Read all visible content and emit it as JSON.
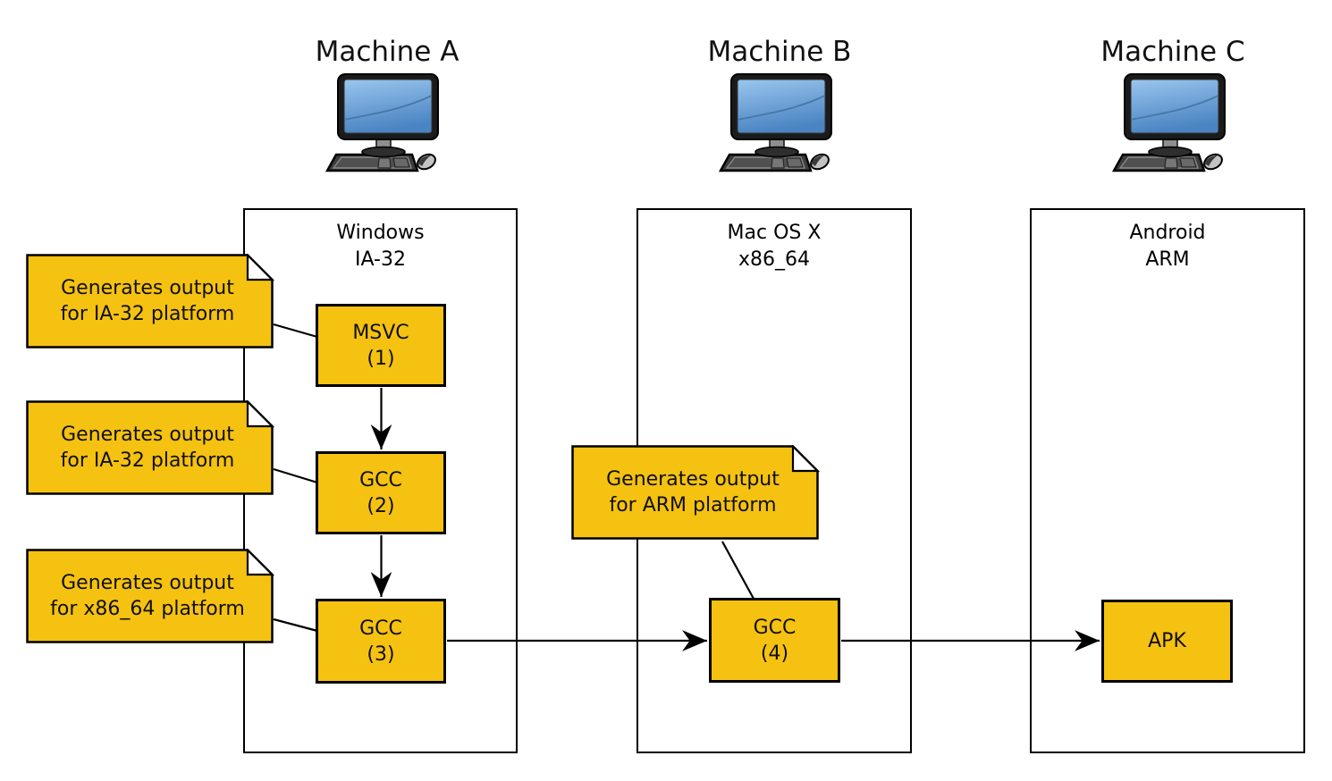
{
  "colors": {
    "background": "#ffffff",
    "node_fill": "#f5c211",
    "node_border": "#000000",
    "connector": "#000000",
    "note_fold_fill": "#ffffff",
    "screen_blue_top": "#9ac6ee",
    "screen_blue_bottom": "#4a84c2"
  },
  "machines": [
    {
      "title": "Machine A",
      "icon": "desktop-computer-icon",
      "platform": [
        "Windows",
        "IA-32"
      ]
    },
    {
      "title": "Machine B",
      "icon": "desktop-computer-icon",
      "platform": [
        "Mac OS X",
        "x86_64"
      ]
    },
    {
      "title": "Machine C",
      "icon": "desktop-computer-icon",
      "platform": [
        "Android",
        "ARM"
      ]
    }
  ],
  "nodes": [
    {
      "id": "msvc-1",
      "machine": "Machine A",
      "lines": [
        "MSVC",
        "(1)"
      ]
    },
    {
      "id": "gcc-2",
      "machine": "Machine A",
      "lines": [
        "GCC",
        "(2)"
      ]
    },
    {
      "id": "gcc-3",
      "machine": "Machine A",
      "lines": [
        "GCC",
        "(3)"
      ]
    },
    {
      "id": "gcc-4",
      "machine": "Machine B",
      "lines": [
        "GCC",
        "(4)"
      ]
    },
    {
      "id": "apk",
      "machine": "Machine C",
      "lines": [
        "APK"
      ]
    }
  ],
  "notes": [
    {
      "attached_to": "msvc-1",
      "lines": [
        "Generates output",
        "for IA-32 platform"
      ]
    },
    {
      "attached_to": "gcc-2",
      "lines": [
        "Generates output",
        "for IA-32 platform"
      ]
    },
    {
      "attached_to": "gcc-3",
      "lines": [
        "Generates output",
        "for x86_64 platform"
      ]
    },
    {
      "attached_to": "gcc-4",
      "lines": [
        "Generates output",
        "for ARM platform"
      ]
    }
  ],
  "edges": [
    {
      "from": "msvc-1",
      "to": "gcc-2",
      "arrow": true
    },
    {
      "from": "gcc-2",
      "to": "gcc-3",
      "arrow": true
    },
    {
      "from": "gcc-3",
      "to": "gcc-4",
      "arrow": true
    },
    {
      "from": "gcc-4",
      "to": "apk",
      "arrow": true
    }
  ]
}
